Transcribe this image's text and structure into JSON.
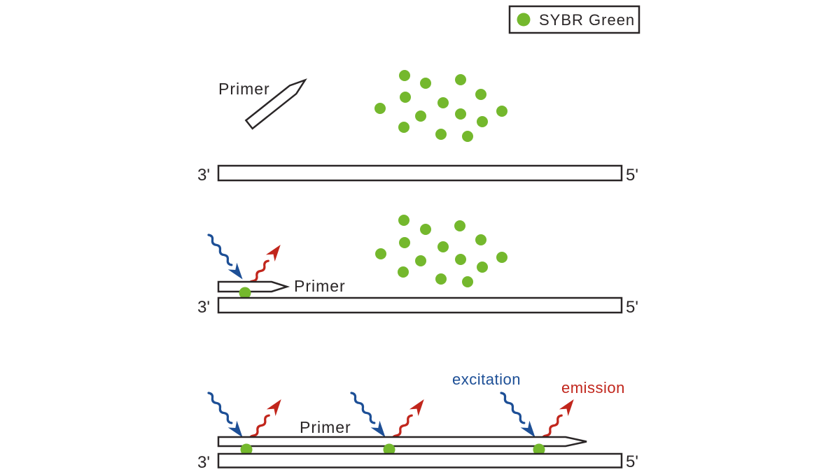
{
  "legend": {
    "label": "SYBR Green"
  },
  "labels": {
    "primer": "Primer",
    "three_prime": "3'",
    "five_prime": "5'",
    "excitation": "excitation",
    "emission": "emission"
  },
  "colors": {
    "sybr_green": "#74b82d",
    "excitation_blue": "#1d4f96",
    "emission_red": "#c1261c",
    "outline": "#2a2627",
    "background": "#ffffff"
  },
  "dots": {
    "panel1_free": [
      [
        578,
        108
      ],
      [
        608,
        119
      ],
      [
        658,
        114
      ],
      [
        687,
        135
      ],
      [
        579,
        139
      ],
      [
        633,
        147
      ],
      [
        543,
        155
      ],
      [
        717,
        159
      ],
      [
        658,
        163
      ],
      [
        601,
        166
      ],
      [
        689,
        174
      ],
      [
        577,
        182
      ],
      [
        630,
        192
      ],
      [
        668,
        195
      ]
    ],
    "panel2_free": [
      [
        577,
        315
      ],
      [
        608,
        328
      ],
      [
        657,
        323
      ],
      [
        687,
        343
      ],
      [
        578,
        347
      ],
      [
        633,
        353
      ],
      [
        544,
        363
      ],
      [
        717,
        368
      ],
      [
        658,
        371
      ],
      [
        601,
        373
      ],
      [
        689,
        382
      ],
      [
        576,
        389
      ],
      [
        630,
        399
      ],
      [
        668,
        403
      ]
    ],
    "panel2_bound": [
      [
        350,
        419
      ]
    ],
    "panel3_bound": [
      [
        352,
        643
      ],
      [
        556,
        643
      ],
      [
        770,
        643
      ]
    ]
  }
}
